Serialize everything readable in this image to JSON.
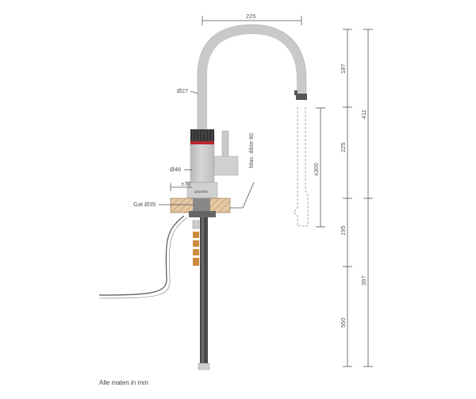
{
  "dimensions": {
    "spout_reach": "225",
    "spout_diameter": "Ø27",
    "body_diameter": "Ø46",
    "handle_offset": "±70",
    "hole_diameter": "Gat Ø35",
    "max_thickness": "Max. dikte 60",
    "flow_length": "±300",
    "seg_top": "187",
    "seg_upper_mid": "225",
    "seg_lower_mid": "195",
    "seg_bottom": "550",
    "total_upper": "411",
    "total_lower": "397"
  },
  "brand_label": "Quooker",
  "footer_note": "Alle maten in mm",
  "colors": {
    "chrome": "#c9c9c9",
    "chrome_dark": "#9a9a9a",
    "knurl": "#333333",
    "red_ring": "#b8282b",
    "worktop": "#e3c6a2",
    "brass": "#d08a3c",
    "hose": "#4a4a4a",
    "line": "#555555"
  },
  "icons": [
    "tap-body",
    "spout",
    "handle-lever",
    "worktop-section",
    "supply-hose",
    "water-flow"
  ]
}
